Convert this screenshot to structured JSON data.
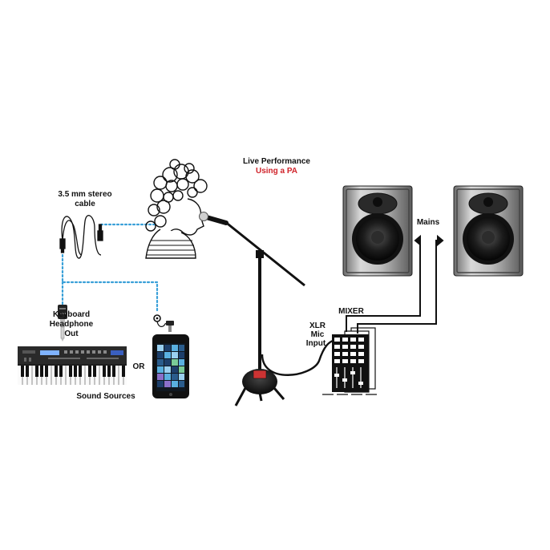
{
  "title": {
    "line1": "Live Performance",
    "line2": "Using a PA"
  },
  "labels": {
    "cable_line1": "3.5 mm stereo",
    "cable_line2": "cable",
    "keyboard_line1": "Keyboard",
    "keyboard_line2": "Headphone",
    "keyboard_line3": "Out",
    "or": "OR",
    "sound_sources": "Sound Sources",
    "mixer": "MIXER",
    "xlr_line1": "XLR",
    "xlr_line2": "Mic",
    "xlr_line3": "Input",
    "mains": "Mains"
  },
  "colors": {
    "accent_red": "#d0232a",
    "dotted_cable": "#3aa0d8",
    "keyboard_lcd": "#7fb3ff",
    "phone_screen": "#5ab0e0"
  }
}
